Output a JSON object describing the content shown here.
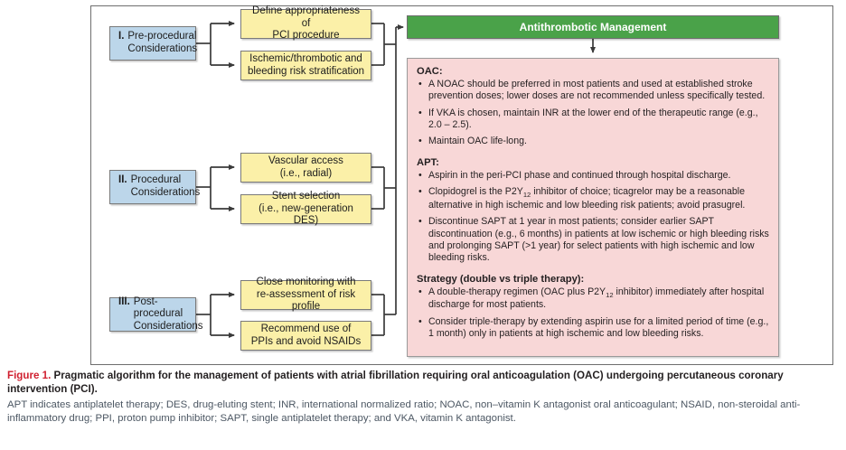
{
  "figure": {
    "header": {
      "label": "Antithrombotic Management"
    },
    "stages": [
      {
        "num": "I.",
        "label": "Pre-procedural\nConsiderations",
        "line1": "Pre-procedural",
        "line2": "Considerations",
        "tasks": [
          {
            "line1": "Define appropriateness of",
            "line2": "PCI procedure"
          },
          {
            "line1": "Ischemic/thrombotic and",
            "line2": "bleeding risk stratification"
          }
        ]
      },
      {
        "num": "II.",
        "line1": "Procedural",
        "line2": "Considerations",
        "tasks": [
          {
            "line1": "Vascular access",
            "line2": "(i.e., radial)"
          },
          {
            "line1": "Stent selection",
            "line2": "(i.e., new-generation DES)"
          }
        ]
      },
      {
        "num": "III.",
        "line1": "Post-procedural",
        "line2": "Considerations",
        "tasks": [
          {
            "line1": "Close monitoring with",
            "line2": "re-assessment of risk profile"
          },
          {
            "line1": "Recommend use of",
            "line2": "PPIs and avoid NSAIDs"
          }
        ]
      }
    ],
    "recommendations": [
      {
        "heading": "OAC:",
        "bullets": [
          "A NOAC should be preferred in most patients and used at established stroke prevention doses; lower doses are not recommended unless specifically tested.",
          "If VKA is chosen, maintain INR at the lower end of the therapeutic range (e.g., 2.0 – 2.5).",
          "Maintain OAC life-long."
        ]
      },
      {
        "heading": "APT:",
        "bullets": [
          "Aspirin in the peri-PCI phase and continued through hospital discharge.",
          "Clopidogrel is the P2Y<sub>12</sub> inhibitor of choice; ticagrelor may be a reasonable alternative in high ischemic and low bleeding risk patients; avoid prasugrel.",
          "Discontinue SAPT at 1 year in most patients; consider earlier SAPT discontinuation (e.g., 6 months) in patients at low ischemic or high bleeding risks and prolonging SAPT (&gt;1 year) for select patients with high ischemic and low bleeding risks."
        ]
      },
      {
        "heading": "Strategy (double vs triple therapy):",
        "bullets": [
          "A double-therapy regimen (OAC plus P2Y<sub>12</sub> inhibitor) immediately after hospital discharge for most patients.",
          "Consider triple-therapy by extending aspirin use for a limited period of time (e.g., 1 month) only in patients at high ischemic and low bleeding risks."
        ]
      }
    ],
    "colors": {
      "stage_box": "#bcd6ea",
      "task_box": "#fbf0a8",
      "header_green": "#4aa249",
      "panel_pink": "#f8d7d7",
      "connector": "#3a3a3a",
      "figure_label_red": "#d02030"
    }
  },
  "caption": {
    "figure_label": "Figure 1.",
    "title": " Pragmatic algorithm for the management of patients with atrial fibrillation requiring oral anticoagulation (OAC) undergoing percutaneous coronary intervention (PCI).",
    "abbreviations": "APT indicates antiplatelet therapy; DES, drug-eluting stent; INR, international normalized ratio; NOAC, non–vitamin K antagonist oral anticoagulant; NSAID, non-steroidal anti-inflammatory drug; PPI, proton pump inhibitor; SAPT, single antiplatelet therapy; and VKA, vitamin K antagonist."
  }
}
